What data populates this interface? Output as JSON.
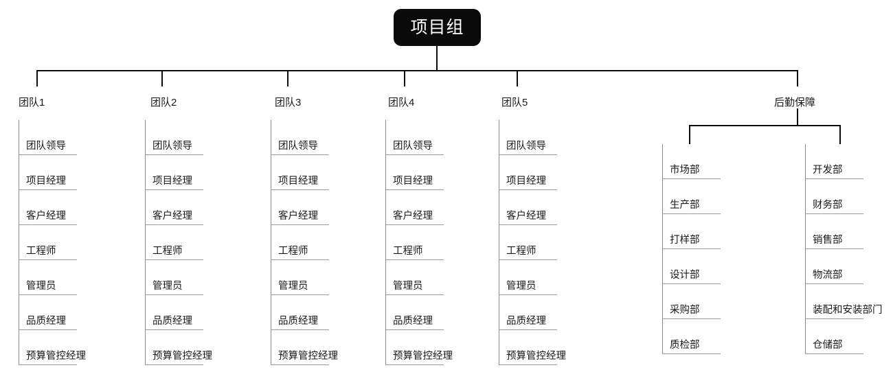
{
  "diagram": {
    "type": "organization-chart",
    "root": {
      "label": "项目组",
      "fill": "#0a0a0a",
      "text_color": "#ffffff"
    },
    "line_color": "#0a0a0a",
    "list_line_color": "#8a8a8a",
    "teams": [
      {
        "label": "团队1",
        "items": [
          "团队领导",
          "项目经理",
          "客户经理",
          "工程师",
          "管理员",
          "品质经理",
          "预算管控经理"
        ]
      },
      {
        "label": "团队2",
        "items": [
          "团队领导",
          "项目经理",
          "客户经理",
          "工程师",
          "管理员",
          "品质经理",
          "预算管控经理"
        ]
      },
      {
        "label": "团队3",
        "items": [
          "团队领导",
          "项目经理",
          "客户经理",
          "工程师",
          "管理员",
          "品质经理",
          "预算管控经理"
        ]
      },
      {
        "label": "团队4",
        "items": [
          "团队领导",
          "项目经理",
          "客户经理",
          "工程师",
          "管理员",
          "品质经理",
          "预算管控经理"
        ]
      },
      {
        "label": "团队5",
        "items": [
          "团队领导",
          "项目经理",
          "客户经理",
          "工程师",
          "管理员",
          "品质经理",
          "预算管控经理"
        ]
      }
    ],
    "support": {
      "label": "后勤保障",
      "columns": [
        {
          "items": [
            "市场部",
            "生产部",
            "打样部",
            "设计部",
            "采购部",
            "质检部"
          ]
        },
        {
          "items": [
            "开发部",
            "财务部",
            "销售部",
            "物流部",
            "装配和安装部门",
            "仓储部"
          ]
        }
      ]
    }
  }
}
